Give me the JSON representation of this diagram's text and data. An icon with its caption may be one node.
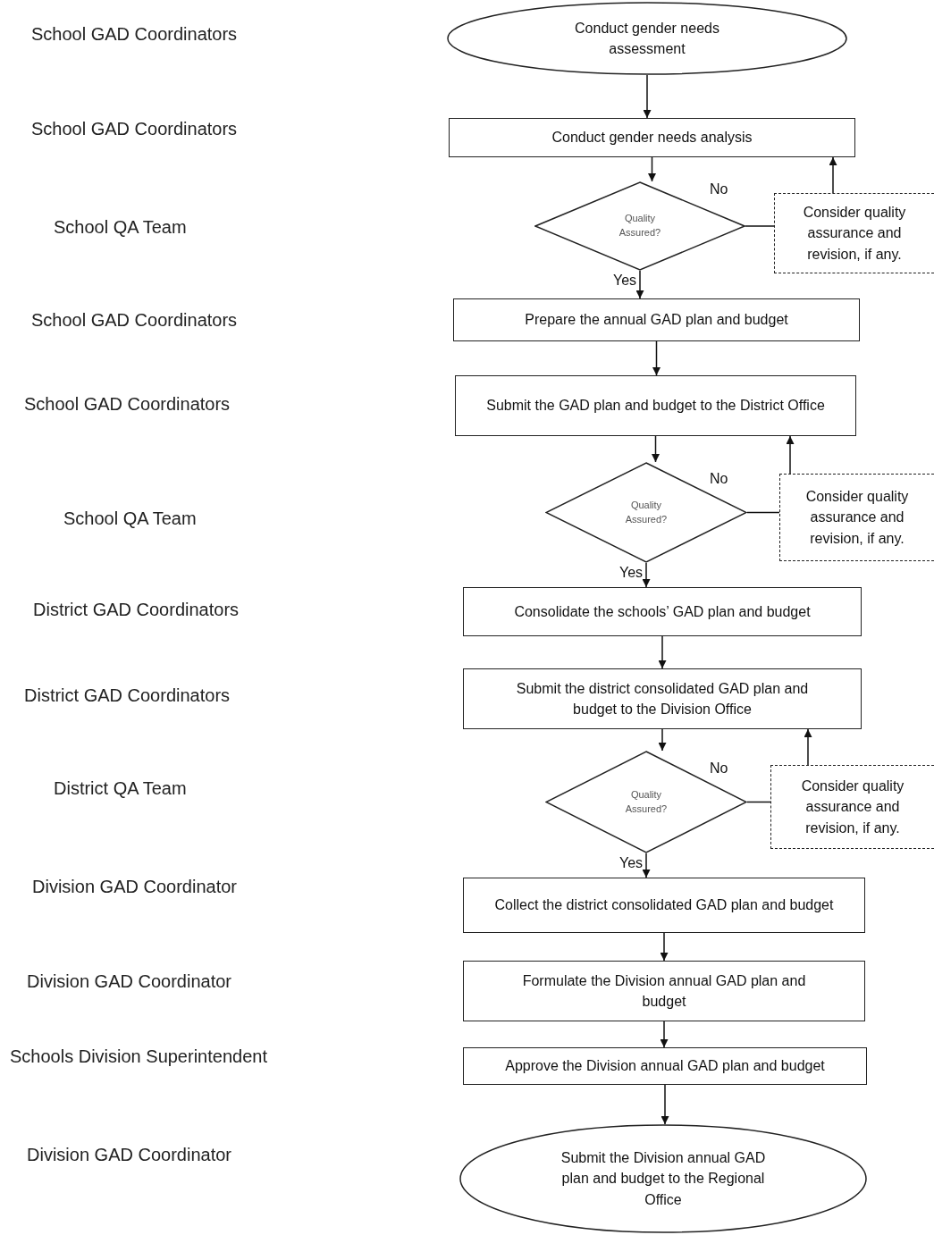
{
  "diagram": {
    "nodes": [
      {
        "text": [
          "Conduct gender needs assessment"
        ]
      },
      {
        "text": [
          "Conduct gender needs analysis"
        ]
      },
      {
        "text": [
          "Quality Assured?"
        ]
      },
      {
        "text": [
          "Consider quality assurance and revision, if any."
        ]
      },
      {
        "text": [
          "Prepare the annual GAD plan and budget"
        ]
      },
      {
        "text": [
          "Submit the GAD plan and budget to the District Office"
        ]
      },
      {
        "text": [
          "Quality Assured?"
        ]
      },
      {
        "text": [
          "Consider quality assurance and revision, if any."
        ]
      },
      {
        "text": [
          "Consolidate the schools’ GAD plan and budget"
        ]
      },
      {
        "text": [
          "Submit the district consolidated GAD plan and budget to the Division Office"
        ]
      },
      {
        "text": [
          "Quality Assured?"
        ]
      },
      {
        "text": [
          "Consider quality assurance and revision, if any."
        ]
      },
      {
        "text": [
          "Collect the district consolidated GAD plan and budget"
        ]
      },
      {
        "text": [
          "Formulate the Division annual GAD plan and budget"
        ]
      },
      {
        "text": [
          "Approve the Division annual GAD plan and budget"
        ]
      },
      {
        "text": [
          "Submit the Division annual GAD plan and budget to the Regional Office"
        ]
      }
    ],
    "edges": [
      {
        "from": 0,
        "to": 1,
        "arrow": "to"
      },
      {
        "from": 1,
        "to": 2,
        "arrow": "to"
      },
      {
        "from": 2,
        "to": 3,
        "arrow": "none",
        "label": "No"
      },
      {
        "from": 3,
        "to": 1,
        "arrow": "to"
      },
      {
        "from": 2,
        "to": 4,
        "arrow": "to",
        "label": "Yes"
      },
      {
        "from": 4,
        "to": 5,
        "arrow": "to"
      },
      {
        "from": 5,
        "to": 6,
        "arrow": "to"
      },
      {
        "from": 6,
        "to": 7,
        "arrow": "none",
        "label": "No"
      },
      {
        "from": 7,
        "to": 5,
        "arrow": "to"
      },
      {
        "from": 6,
        "to": 8,
        "arrow": "to",
        "label": "Yes"
      },
      {
        "from": 8,
        "to": 9,
        "arrow": "to"
      },
      {
        "from": 9,
        "to": 10,
        "arrow": "to"
      },
      {
        "from": 10,
        "to": 11,
        "arrow": "none",
        "label": "No"
      },
      {
        "from": 11,
        "to": 9,
        "arrow": "to"
      },
      {
        "from": 10,
        "to": 12,
        "arrow": "to",
        "label": "Yes"
      },
      {
        "from": 12,
        "to": 13,
        "arrow": "to"
      },
      {
        "from": 13,
        "to": 14,
        "arrow": "to"
      },
      {
        "from": 14,
        "to": 15,
        "arrow": "to"
      }
    ],
    "labels": [
      "School GAD Coordinators",
      "School GAD Coordinators",
      "School QA Team",
      "School GAD Coordinators",
      "School GAD Coordinators",
      "School QA Team",
      "District GAD Coordinators",
      "District GAD Coordinators",
      "District QA Team",
      "Division GAD Coordinator",
      "Division GAD Coordinator",
      "Schools Division Superintendent",
      "Division GAD Coordinator"
    ]
  }
}
